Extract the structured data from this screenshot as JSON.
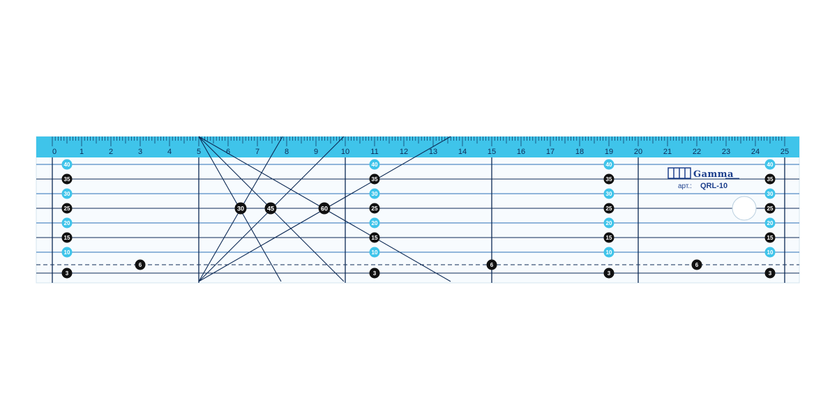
{
  "ruler": {
    "scale_labels": [
      "0",
      "1",
      "2",
      "3",
      "4",
      "5",
      "6",
      "7",
      "8",
      "9",
      "10",
      "11",
      "12",
      "13",
      "14",
      "15",
      "16",
      "17",
      "18",
      "19",
      "20",
      "21",
      "22",
      "23",
      "24",
      "25"
    ],
    "row_markers": [
      "40",
      "35",
      "30",
      "25",
      "20",
      "15",
      "10"
    ],
    "bottom_marker": "3",
    "dashed_line_marker": "6",
    "angle_labels": [
      "30",
      "45",
      "60"
    ],
    "badge_columns": [
      0.5,
      11,
      19,
      24.5
    ],
    "dashed_marker_positions": [
      3,
      15,
      22
    ],
    "colors": {
      "accent": "#3fc4ea",
      "line_dark": "#0d2a55",
      "line_mid": "#2a6fb5",
      "ruler_body": "#f7fbfe"
    }
  },
  "brand": {
    "logo_icon": "sewing-machine-logo-icon",
    "name": "Gamma",
    "article_label": "арт.:",
    "article_number": "QRL-10"
  }
}
